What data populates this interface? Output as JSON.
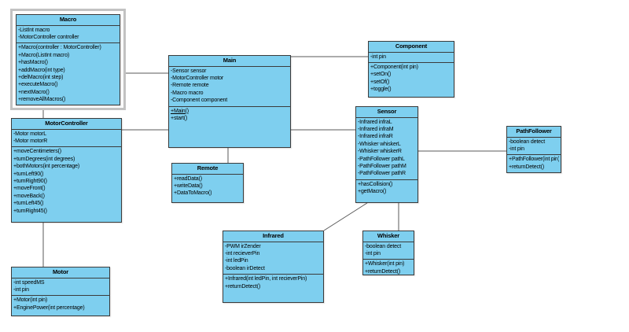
{
  "colors": {
    "class_fill": "#7ecfef",
    "class_border": "#3b3b3b",
    "connector": "#5a5a5a",
    "selection_frame": "#c2c2c2",
    "background": "#ffffff"
  },
  "classes": {
    "macro": {
      "name": "Macro",
      "selected": true,
      "attributes": [
        "-ListInt macro",
        "-MotorController controller"
      ],
      "methods": [
        "+Macro(controller : MotorController)",
        "+Macro(ListInt macro)",
        "+hasMacro()",
        "+addMacro(int type)",
        "+delMacro(int step)",
        "+executeMacro()",
        "+nextMacro()",
        "+removeAllMacros()"
      ]
    },
    "motorcontroller": {
      "name": "MotorController",
      "attributes": [
        "-Motor motorL",
        "-Motor motorR"
      ],
      "methods": [
        "+moveCentimeters()",
        "+turnDegrees(int degrees)",
        "+bothMotors(int percentage)",
        "+turnLeft90()",
        "+turnRight90()",
        "+moveFront()",
        "+moveBack()",
        "+turnLeft45()",
        "+turnRight45()"
      ]
    },
    "motor": {
      "name": "Motor",
      "attributes": [
        "-int speedMS",
        "-int pin"
      ],
      "methods": [
        "+Motor(int pin)",
        "+EnginePower(int percentage)"
      ]
    },
    "main": {
      "name": "Main",
      "attributes": [
        "-Sensor sensor",
        "-MotorController motor",
        "-Remote remote",
        "-Macro macro",
        "-Component component"
      ],
      "methods": [
        {
          "text": "+Main()",
          "underline": true
        },
        "+start()"
      ]
    },
    "remote": {
      "name": "Remote",
      "attributes": [],
      "methods": [
        "+readData()",
        "+writeData()",
        "+DataToMacro()"
      ]
    },
    "component": {
      "name": "Component",
      "attributes": [
        "-int pin"
      ],
      "methods": [
        "+Component(int pin)",
        "+setOn()",
        "+setOf()",
        "+toggle()"
      ]
    },
    "sensor": {
      "name": "Sensor",
      "attributes": [
        "-Infrared infraL",
        "-Infrared infraM",
        "-Infrared infraR",
        "-Whisker whiskerL",
        "-Whisker whiskerR",
        "-PathFollower pathL",
        "-PathFollower pathM",
        "-PathFollower pathR"
      ],
      "methods": [
        "+hasCollision()",
        "+getMacro()"
      ]
    },
    "infrared": {
      "name": "Infrared",
      "attributes": [
        "-PWM irZender",
        "-int recieverPin",
        "-int ledPin",
        "-boolean irDetect"
      ],
      "methods": [
        "+Infrared(int ledPin, int recieverPin)",
        "+returnDetect()"
      ]
    },
    "whisker": {
      "name": "Whisker",
      "attributes": [
        "-boolean detect",
        "-int pin"
      ],
      "methods": [
        "+Whisker(int pin)",
        "+returnDetect()"
      ]
    },
    "pathfollower": {
      "name": "PathFollower",
      "attributes": [
        "-boolean detect",
        "-int pin"
      ],
      "methods": [
        "+PathFollower(int pin)",
        "+returnDetect()"
      ]
    }
  },
  "relations": [
    {
      "from": "Macro",
      "to": "Main"
    },
    {
      "from": "Macro",
      "to": "MotorController"
    },
    {
      "from": "MotorController",
      "to": "Main"
    },
    {
      "from": "MotorController",
      "to": "Motor"
    },
    {
      "from": "Main",
      "to": "Remote"
    },
    {
      "from": "Main",
      "to": "Component"
    },
    {
      "from": "Main",
      "to": "Sensor"
    },
    {
      "from": "Sensor",
      "to": "PathFollower"
    },
    {
      "from": "Sensor",
      "to": "Infrared"
    },
    {
      "from": "Sensor",
      "to": "Whisker"
    }
  ]
}
